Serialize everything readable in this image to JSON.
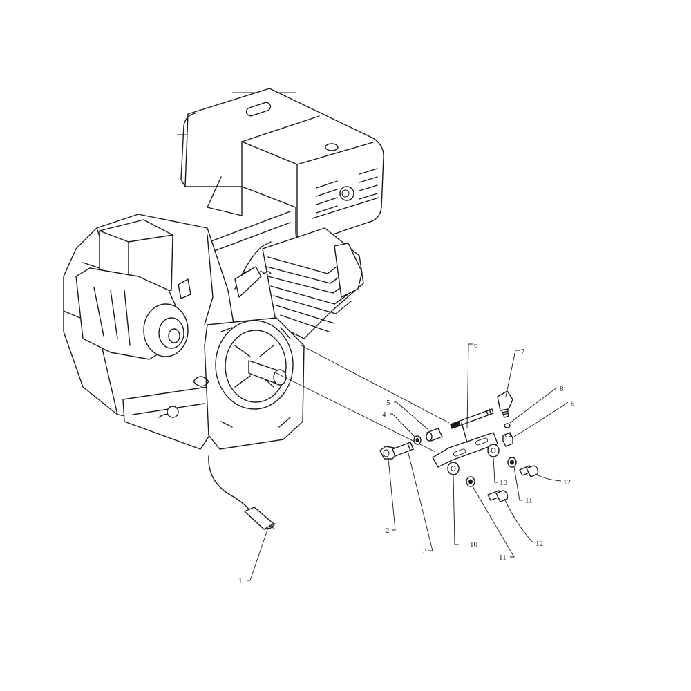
{
  "callouts": [
    {
      "id": "1",
      "text": "1"
    },
    {
      "id": "2",
      "text": "2"
    },
    {
      "id": "3",
      "text": "3"
    },
    {
      "id": "4",
      "text": "4"
    },
    {
      "id": "5",
      "text": "5"
    },
    {
      "id": "6",
      "text": "6"
    },
    {
      "id": "7",
      "text": "7"
    },
    {
      "id": "8",
      "text": "8"
    },
    {
      "id": "9",
      "text": "9"
    },
    {
      "id": "10a",
      "text": "10"
    },
    {
      "id": "10b",
      "text": "10"
    },
    {
      "id": "11a",
      "text": "11"
    },
    {
      "id": "11b",
      "text": "11"
    },
    {
      "id": "12a",
      "text": "12"
    },
    {
      "id": "12b",
      "text": "12"
    }
  ]
}
